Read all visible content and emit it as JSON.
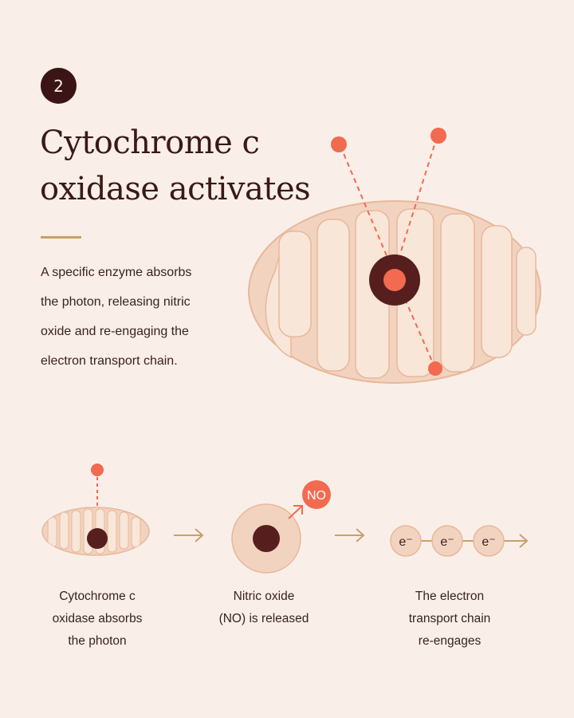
{
  "step": {
    "number": "2"
  },
  "title": {
    "line1": "Cytochrome c",
    "line2": "oxidase activates"
  },
  "description": {
    "lines": [
      "A specific enzyme absorbs",
      "the photon, releasing nitric",
      "oxide and re-engaging the",
      "electron transport chain."
    ]
  },
  "process": {
    "no_label": "NO",
    "electron_label": "e⁻",
    "steps": [
      {
        "lines": [
          "Cytochrome c",
          "oxidase absorbs",
          "the photon"
        ]
      },
      {
        "lines": [
          "Nitric oxide",
          "(NO) is released"
        ]
      },
      {
        "lines": [
          "The electron",
          "transport chain",
          "re-engages"
        ]
      }
    ]
  },
  "colors": {
    "background": "#f9efe8",
    "mito_outer": "#f2d3bf",
    "mito_stroke": "#e7b89c",
    "mito_inner": "#f8e6d8",
    "enzyme": "#561f1e",
    "photon": "#f26a4f",
    "arrow": "#c9a06a",
    "accent_rule": "#c9a06a"
  }
}
